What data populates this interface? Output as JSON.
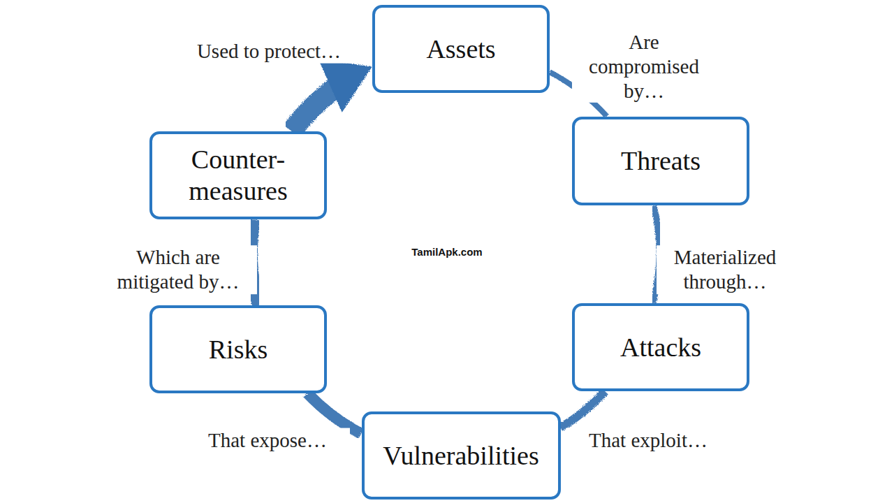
{
  "diagram": {
    "nodes": [
      {
        "text": [
          "Assets"
        ]
      },
      {
        "text": [
          "Threats"
        ]
      },
      {
        "text": [
          "Attacks"
        ]
      },
      {
        "text": [
          "Vulnerabilities"
        ]
      },
      {
        "text": [
          "Risks"
        ]
      },
      {
        "text": [
          "Counter- measures"
        ]
      }
    ],
    "edges": [
      {
        "from": 0,
        "to": 1,
        "label": "Are compromised by…",
        "arrow": "none"
      },
      {
        "from": 1,
        "to": 2,
        "label": "Materialized through…",
        "arrow": "none"
      },
      {
        "from": 2,
        "to": 3,
        "label": "That exploit…",
        "arrow": "none"
      },
      {
        "from": 3,
        "to": 4,
        "label": "That expose…",
        "arrow": "none"
      },
      {
        "from": 4,
        "to": 5,
        "label": "Which are mitigated by…",
        "arrow": "none"
      },
      {
        "from": 5,
        "to": 0,
        "label": "Used to protect…",
        "arrow": "to"
      }
    ],
    "labels": [
      "TamilApk.com"
    ]
  }
}
